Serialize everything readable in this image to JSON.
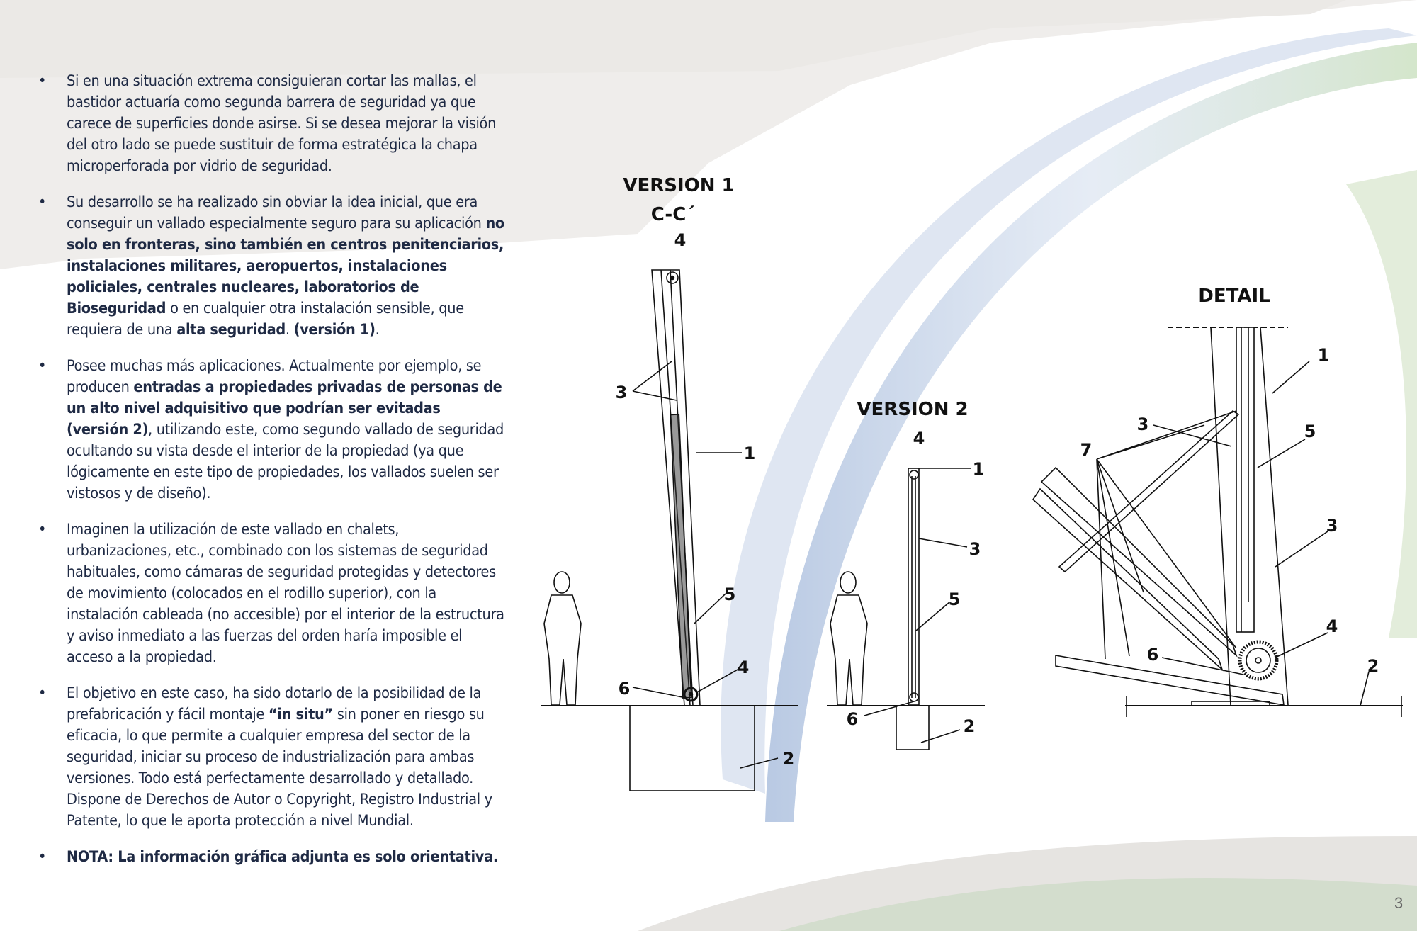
{
  "bullets": [
    {
      "segments": [
        {
          "t": "Si en una situación extrema consiguieran cortar las mallas, el bastidor actuaría como segunda barrera de seguridad ya que carece de superficies donde asirse. Si se desea mejorar la visión del otro lado se puede sustituir de forma estratégica la chapa microperforada por vidrio de seguridad.",
          "b": false
        }
      ]
    },
    {
      "segments": [
        {
          "t": "Su desarrollo se ha realizado sin obviar la idea inicial, que era conseguir un vallado especialmente seguro para su aplicación ",
          "b": false
        },
        {
          "t": "no solo en fronteras, sino también en centros penitenciarios, instalaciones militares, aeropuertos, instalaciones policiales, centrales nucleares, laboratorios de Bioseguridad",
          "b": true
        },
        {
          "t": " o en cualquier otra instalación sensible, que requiera de una ",
          "b": false
        },
        {
          "t": "alta seguridad",
          "b": true
        },
        {
          "t": ". ",
          "b": false
        },
        {
          "t": "(versión 1)",
          "b": true
        },
        {
          "t": ".",
          "b": false
        }
      ]
    },
    {
      "segments": [
        {
          "t": "Posee muchas más aplicaciones. Actualmente por ejemplo, se producen ",
          "b": false
        },
        {
          "t": "entradas a propiedades privadas de personas de un alto nivel adquisitivo que podrían ser evitadas (versión 2)",
          "b": true
        },
        {
          "t": ", utilizando este, como segundo vallado de seguridad ocultando su vista desde el interior de la propiedad (ya que lógicamente en este tipo de propiedades, los vallados suelen ser vistosos y de diseño).",
          "b": false
        }
      ]
    },
    {
      "segments": [
        {
          "t": "Imaginen la utilización de este vallado en chalets, urbanizaciones, etc., combinado con los sistemas de seguridad habituales, como cámaras de seguridad protegidas y detectores de movimiento (colocados en el rodillo superior), con la instalación cableada (no accesible) por el interior de la estructura y aviso inmediato a las fuerzas del orden haría imposible el acceso a la propiedad.",
          "b": false
        }
      ]
    },
    {
      "segments": [
        {
          "t": "El objetivo en este caso, ha sido dotarlo de la posibilidad de la prefabricación y fácil montaje ",
          "b": false
        },
        {
          "t": "“in situ”",
          "b": true
        },
        {
          "t": " sin poner en riesgo su eficacia, lo que permite a cualquier empresa del sector de la seguridad, iniciar su proceso de industrialización para ambas versiones. Todo está perfectamente desarrollado y detallado. Dispone de Derechos de Autor o Copyright, Registro Industrial y Patente, lo que le aporta protección a nivel Mundial.",
          "b": false
        }
      ]
    },
    {
      "segments": [
        {
          "t": "NOTA: La información gráfica adjunta es solo orientativa.",
          "b": true
        }
      ]
    }
  ],
  "bullet_char": "•",
  "figure": {
    "v1_title": "VERSION 1",
    "v1_section": "C-C´",
    "v1_labels": {
      "top4": "4",
      "l3": "3",
      "l1": "1",
      "l5": "5",
      "l4": "4",
      "l6": "6",
      "l2": "2"
    },
    "v2_title": "VERSION 2",
    "v2_labels": {
      "top4": "4",
      "l1": "1",
      "l3": "3",
      "l5": "5",
      "l6": "6",
      "l2": "2"
    },
    "detail_title": "DETAIL",
    "detail_labels": {
      "l1": "1",
      "l3a": "3",
      "l5": "5",
      "l7": "7",
      "l3b": "3",
      "l4": "4",
      "l6": "6",
      "l2": "2"
    }
  },
  "page_number": "3",
  "colors": {
    "text": "#1f2a44",
    "band": "#efedeb",
    "blue": "#9fb6d8",
    "green": "#b9d3a8"
  }
}
